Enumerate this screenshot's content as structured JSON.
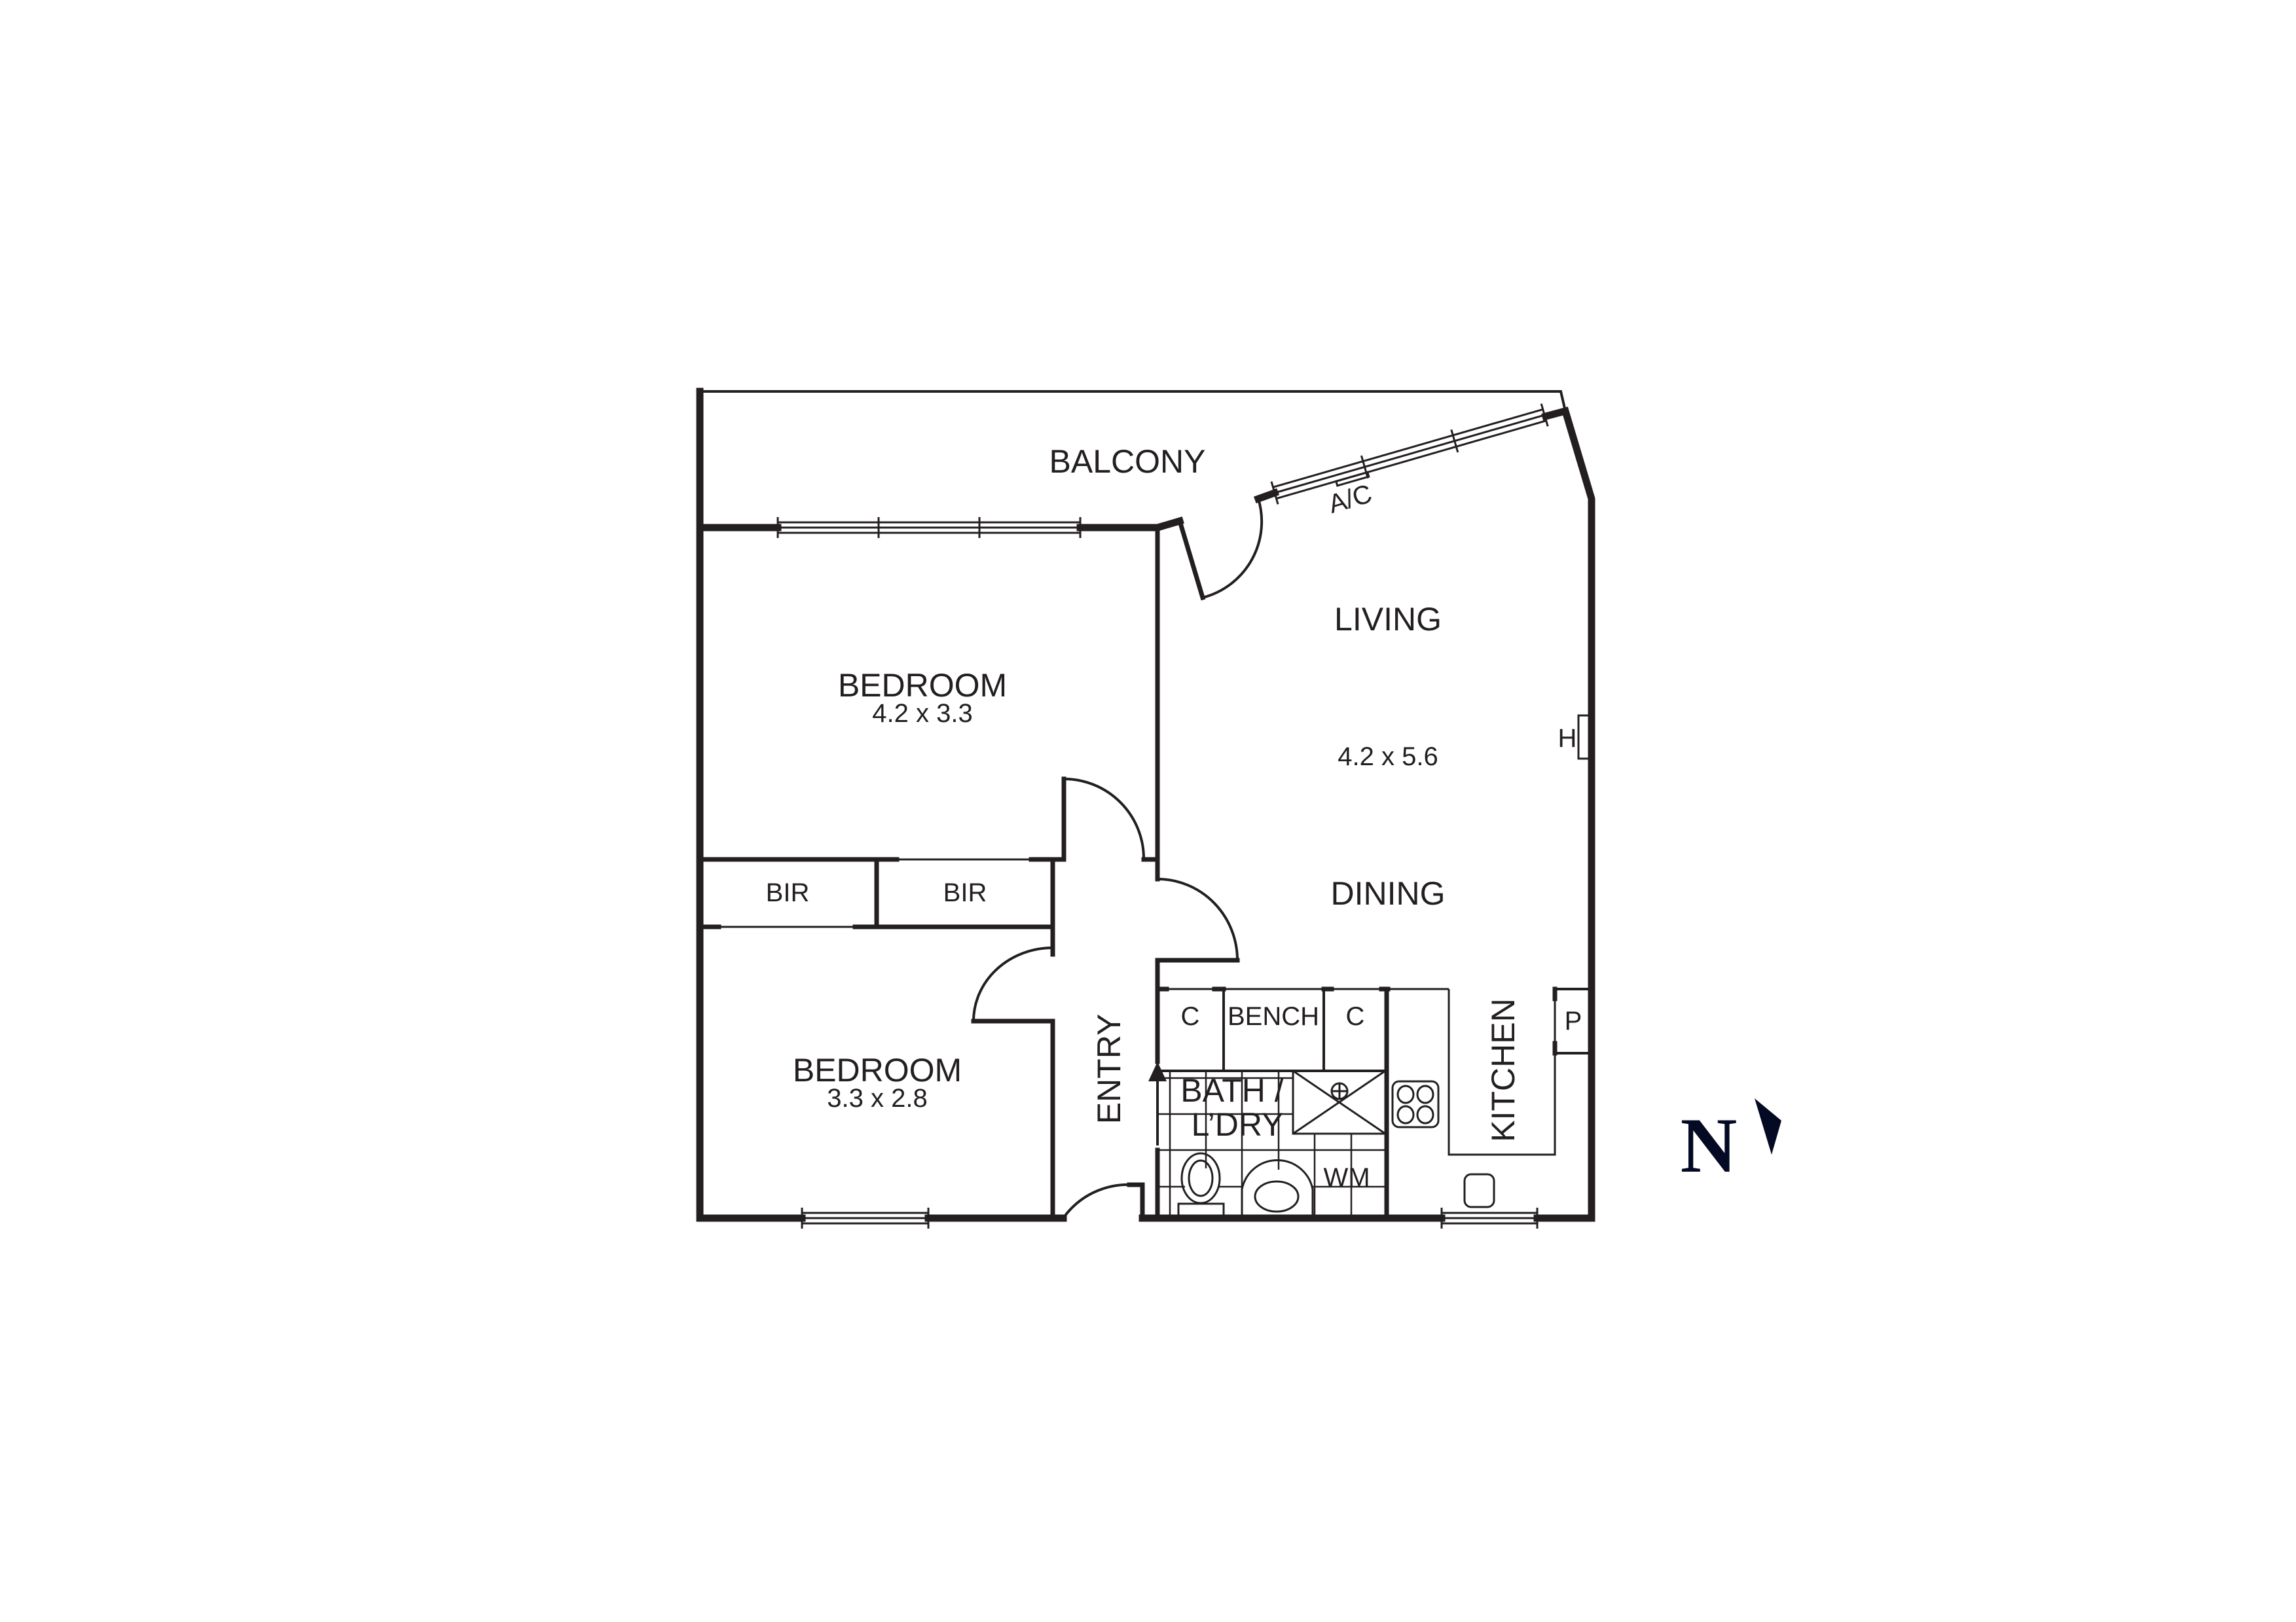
{
  "plan": {
    "rooms": {
      "balcony": {
        "label": "BALCONY"
      },
      "living": {
        "label": "LIVING",
        "dimensions": "4.2 x 5.6"
      },
      "dining": {
        "label": "DINING"
      },
      "bedroom1": {
        "label": "BEDROOM",
        "dimensions": "4.2 x 3.3"
      },
      "bedroom2": {
        "label": "BEDROOM",
        "dimensions": "3.3 x 2.8"
      },
      "bir1": {
        "label": "BIR"
      },
      "bir2": {
        "label": "BIR"
      },
      "entry": {
        "label": "ENTRY"
      },
      "bath": {
        "label_line1": "BATH /",
        "label_line2": "L’DRY"
      },
      "kitchen": {
        "label": "KITCHEN"
      }
    },
    "fixtures": {
      "ac": "A/C",
      "heater": "H",
      "cupboard_left": "C",
      "bench": "BENCH",
      "cupboard_right": "C",
      "pantry": "P",
      "washing_machine": "WM"
    },
    "compass": {
      "letter": "N"
    },
    "colors": {
      "line": "#231f20",
      "compass": "#050a24",
      "background": "#ffffff"
    }
  }
}
